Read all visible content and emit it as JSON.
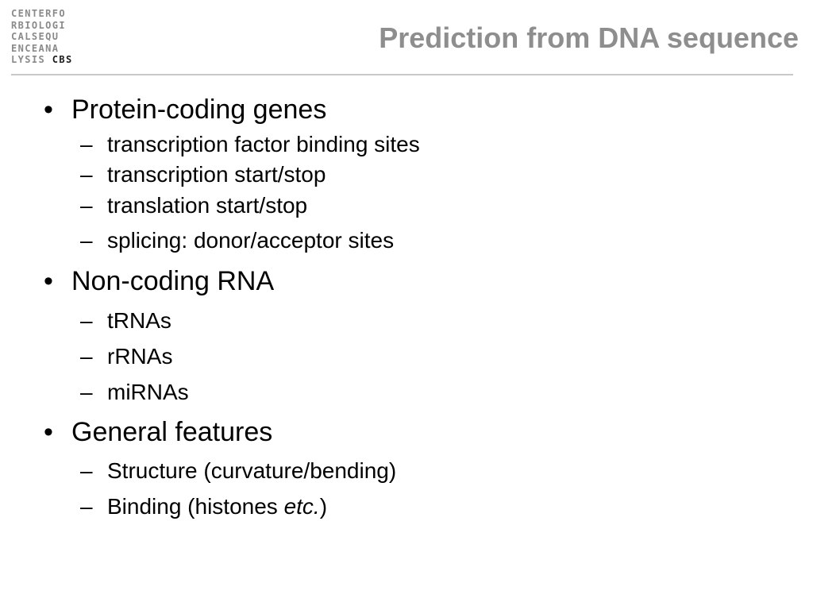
{
  "logo": {
    "rows": [
      "CENTERFO",
      "RBIOLOGI",
      "CALSEQU",
      "ENCEANA",
      "LYSIS"
    ],
    "brand": "CBS"
  },
  "title": "Prediction from DNA sequence",
  "bullet_char": "•",
  "dash_char": "–",
  "sections": [
    {
      "heading": "Protein-coding genes",
      "items": [
        "transcription factor binding sites",
        "transcription start/stop",
        "translation start/stop",
        "splicing: donor/acceptor sites"
      ]
    },
    {
      "heading": "Non-coding RNA",
      "items": [
        "tRNAs",
        "rRNAs",
        "miRNAs"
      ]
    },
    {
      "heading": "General features",
      "items": [
        "Structure (curvature/bending)",
        "Binding (histones "
      ],
      "items_italic_suffix": "etc.",
      "items_suffix_end": ")"
    }
  ]
}
